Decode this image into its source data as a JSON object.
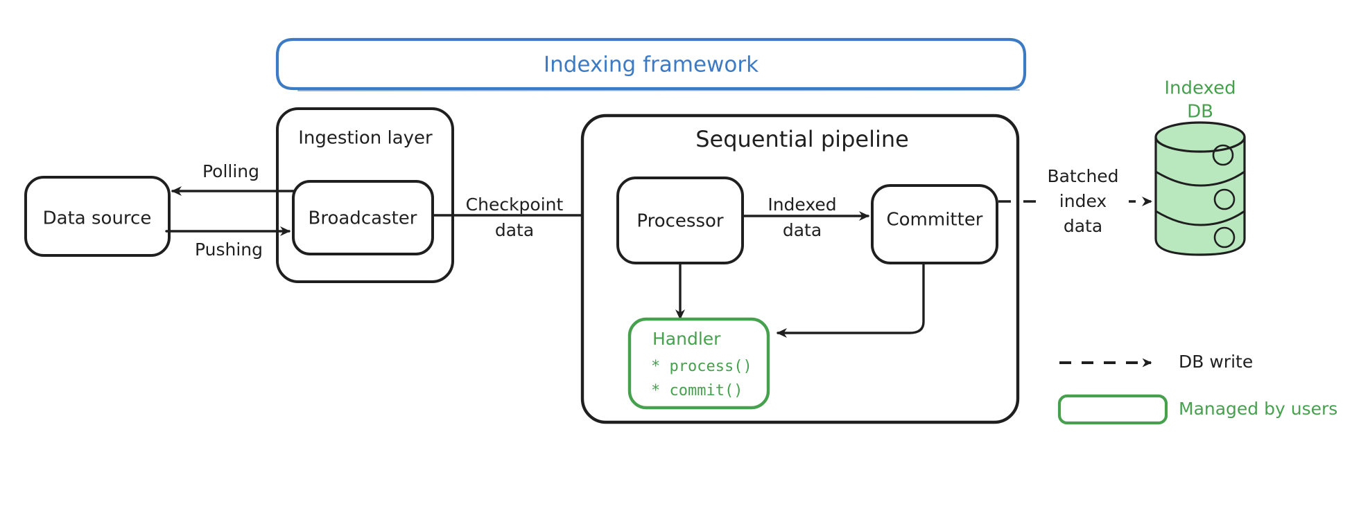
{
  "diagram": {
    "title_framework": "Indexing framework",
    "colors": {
      "framework_blue": "#3d7ac4",
      "ink_black": "#1f1f1f",
      "user_green": "#47a04e",
      "db_fill_green": "#b9e8be"
    },
    "nodes": {
      "data_source": {
        "label": "Data source"
      },
      "ingestion_layer": {
        "label": "Ingestion layer"
      },
      "broadcaster": {
        "label": "Broadcaster"
      },
      "sequential_pipeline": {
        "label": "Sequential pipeline"
      },
      "processor": {
        "label": "Processor"
      },
      "committer": {
        "label": "Committer"
      },
      "handler": {
        "label": "Handler",
        "methods": [
          "* process()",
          "* commit()"
        ]
      },
      "indexed_db": {
        "label_line1": "Indexed",
        "label_line2": "DB"
      }
    },
    "edges": {
      "polling": {
        "label": "Polling"
      },
      "pushing": {
        "label": "Pushing"
      },
      "checkpoint_data": {
        "label_line1": "Checkpoint",
        "label_line2": "data"
      },
      "indexed_data": {
        "label_line1": "Indexed",
        "label_line2": "data"
      },
      "batched_index_data": {
        "label_line1": "Batched",
        "label_line2": "index",
        "label_line3": "data"
      }
    },
    "legend": {
      "db_write": {
        "label": "DB write"
      },
      "managed_by_users": {
        "label": "Managed by users"
      }
    }
  }
}
